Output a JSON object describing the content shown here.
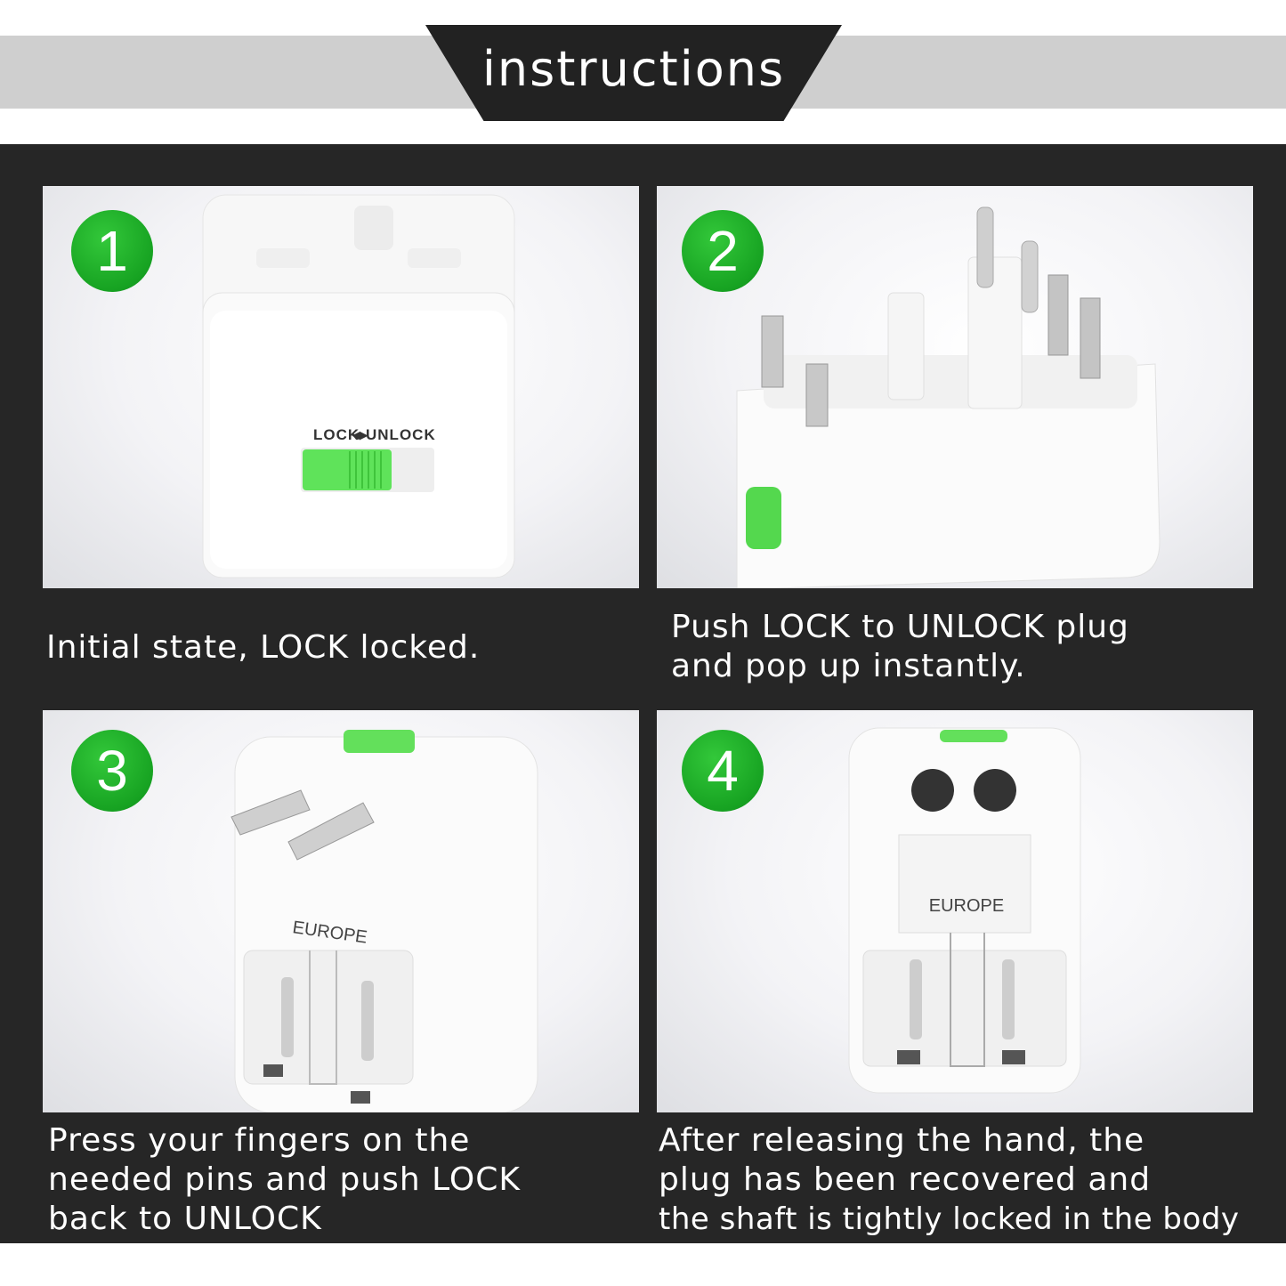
{
  "header": {
    "title": "instructions"
  },
  "steps": [
    {
      "number": "1",
      "caption": [
        "Initial state, LOCK locked."
      ],
      "label_lock": "LOCK",
      "label_unlock": "UNLOCK"
    },
    {
      "number": "2",
      "caption": [
        "Push LOCK to UNLOCK plug",
        "and pop up instantly."
      ]
    },
    {
      "number": "3",
      "caption": [
        "Press your fingers on the",
        "needed pins and push LOCK",
        "back to UNLOCK"
      ],
      "body_label": "EUROPE"
    },
    {
      "number": "4",
      "caption": [
        "After releasing the hand, the",
        "plug has been recovered and",
        "the shaft is tightly locked in the body"
      ],
      "body_label": "EUROPE"
    }
  ],
  "colors": {
    "accent_green": "#1aa827",
    "panel_dark": "#262626",
    "header_band": "#cfcfcf"
  }
}
